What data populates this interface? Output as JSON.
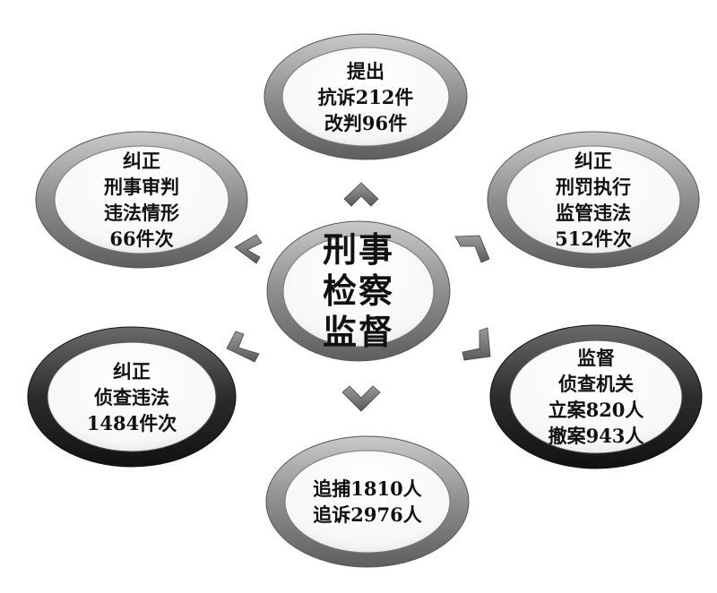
{
  "center": {
    "lines": [
      "刑事",
      "检察",
      "监督"
    ]
  },
  "nodes": {
    "top": {
      "lines": [
        "提出",
        "抗诉212件",
        "改判96件"
      ],
      "ring": "light"
    },
    "upper_left": {
      "lines": [
        "纠正",
        "刑事审判",
        "违法情形",
        "66件次"
      ],
      "ring": "light"
    },
    "upper_right": {
      "lines": [
        "纠正",
        "刑罚执行",
        "监管违法",
        "512件次"
      ],
      "ring": "light"
    },
    "lower_left": {
      "lines": [
        "纠正",
        "侦查违法",
        "1484件次"
      ],
      "ring": "dark"
    },
    "lower_right": {
      "lines": [
        "监督",
        "侦查机关",
        "立案820人",
        "撤案943人"
      ],
      "ring": "dark"
    },
    "bottom": {
      "lines": [
        "追捕1810人",
        "追诉2976人"
      ],
      "ring": "light"
    }
  },
  "colors": {
    "ring_light": "#8c8c8c",
    "ring_dark": "#2e2e2e",
    "arrow": "#6f6f6f",
    "text": "#111111"
  }
}
